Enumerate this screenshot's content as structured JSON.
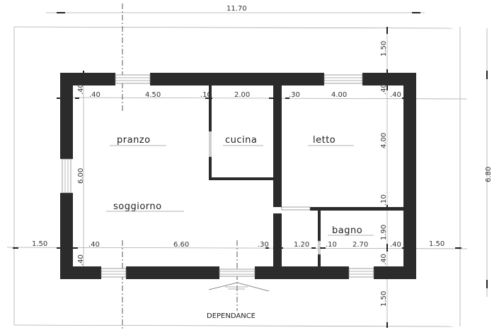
{
  "title": "DEPENDANCE",
  "scale_note": "",
  "overall_dimensions": {
    "total_width": "11.70",
    "total_depth": "6.80",
    "margin_left": "1.50",
    "margin_right": "1.50",
    "margin_top": "1.50",
    "margin_bottom": "1.50"
  },
  "rooms": [
    {
      "name": "pranzo"
    },
    {
      "name": "cucina"
    },
    {
      "name": "letto"
    },
    {
      "name": "soggiorno"
    },
    {
      "name": "bagno"
    }
  ],
  "dimensions_top": {
    "wall_left": ".40",
    "pranzo_width": "4.50",
    "partition_1": ".10",
    "cucina_width": "2.00",
    "partition_2": ".30",
    "letto_width": "4.00",
    "wall_right": ".40"
  },
  "dimensions_bottom": {
    "wall_left": ".40",
    "soggiorno_width": "6.60",
    "partition_1": ".30",
    "corridor_width": "1.20",
    "partition_2": ".10",
    "bagno_width": "2.70",
    "wall_right": ".40"
  },
  "dimensions_vertical_left": {
    "wall_top": ".40",
    "interior_depth": "6.00",
    "wall_bottom": ".40"
  },
  "dimensions_vertical_right": {
    "wall_top": ".40",
    "letto_depth": "4.00",
    "partition": ".10",
    "bagno_depth": "1.90",
    "wall_bottom": ".40"
  }
}
